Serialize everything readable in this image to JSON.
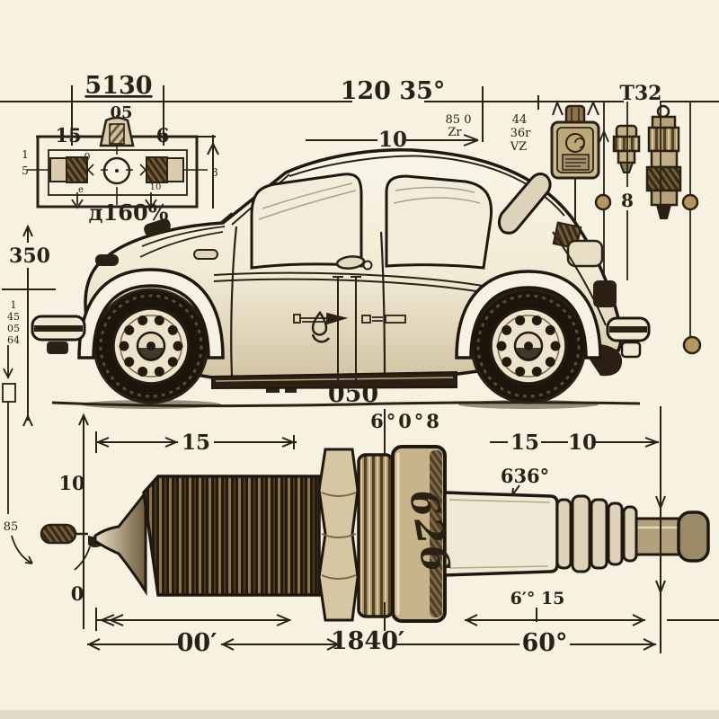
{
  "colors": {
    "paper": "#f6f1e0",
    "ink": "#2a2115",
    "brass": "#b2975f",
    "metal_light": "#cdbb97",
    "metal_dark": "#2b2013",
    "ceramic": "#efe9d6"
  },
  "annotations": {
    "top": {
      "total_width": "5130",
      "total_width_sub": "05",
      "seg_left": "15",
      "seg_right": "6",
      "overall_length": "120 35°",
      "roof_length": "10",
      "angle_note": "85 0",
      "angle_code": "Zr",
      "part_code": "T32",
      "note_a": "44",
      "note_b": "36r",
      "note_c": "VZ",
      "count_label": "8"
    },
    "inset": {
      "caption": "д160%",
      "edge_top": "1",
      "edge_bottom": "5",
      "edge_right": "3",
      "mark_zero": "0",
      "mark_e": "e",
      "mark_ten": "10"
    },
    "left": {
      "height": "350",
      "stack": [
        "1",
        "45",
        "05",
        "64"
      ],
      "gap_label": "85"
    },
    "car": {
      "door_dim": "050",
      "base_dim": "6°0°8"
    },
    "plug": {
      "thread_len": "15",
      "tip_height": "10",
      "tip_zero": "0",
      "insulator_len": "15",
      "terminal_len": "10",
      "heat_range": "636°",
      "engraving": "626",
      "taper_note": "6′° 15"
    },
    "bottom": {
      "span_left": "00′",
      "span_center": "1840′",
      "span_right": "60°"
    }
  }
}
